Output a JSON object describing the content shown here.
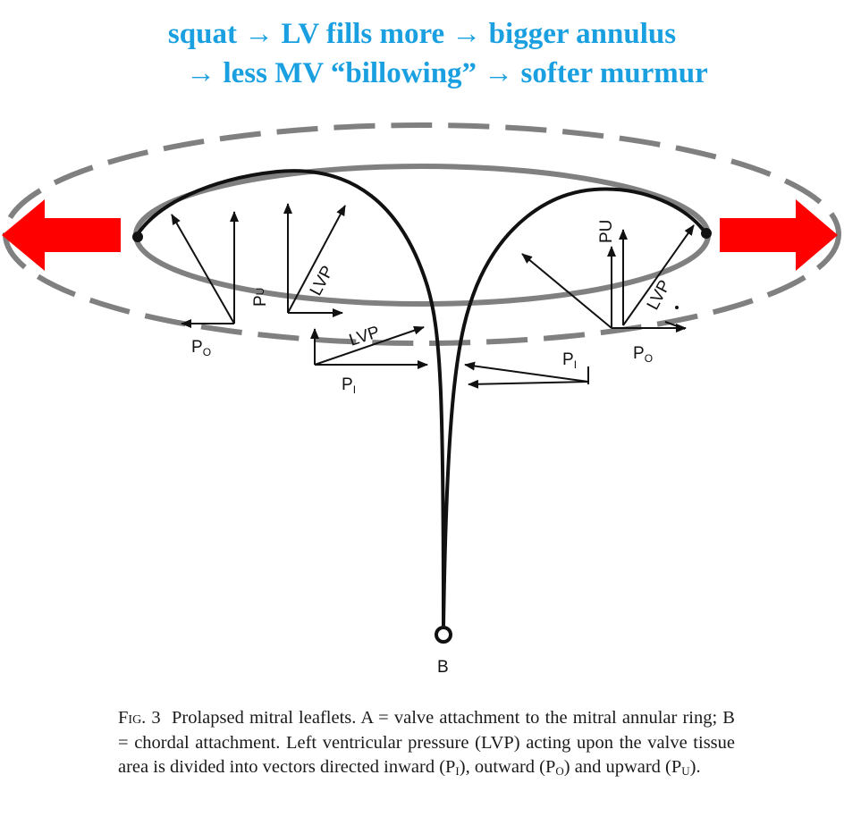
{
  "heading": {
    "line1": "squat → LV fills more → bigger annulus",
    "line2": "→ less MV “billowing” → softer murmur",
    "color": "#1aa0e0"
  },
  "figure": {
    "labels": {
      "p": "P",
      "sub_o": "O",
      "sub_i": "I",
      "sub_u": "U",
      "lvp": "LVP",
      "pu_rotated": "PU",
      "b": "B"
    },
    "colors": {
      "arrow_red": "#ff0000",
      "ellipse_gray": "#808080",
      "ink": "#111111"
    },
    "icons": {
      "left": "left-arrow-icon",
      "right": "right-arrow-icon"
    }
  },
  "caption": {
    "fig_label": "Fig. 3",
    "text_1": "Prolapsed mitral leaflets. A = valve attachment to the mitral annular ring; B = chordal attachment. Left ventricular pressure (LVP) acting upon the valve tissue area is divided into vectors directed inward (P",
    "sub_i": "I",
    "text_2": "), outward (P",
    "sub_o": "O",
    "text_3": ") and upward (P",
    "sub_u": "U",
    "text_4": ")."
  }
}
